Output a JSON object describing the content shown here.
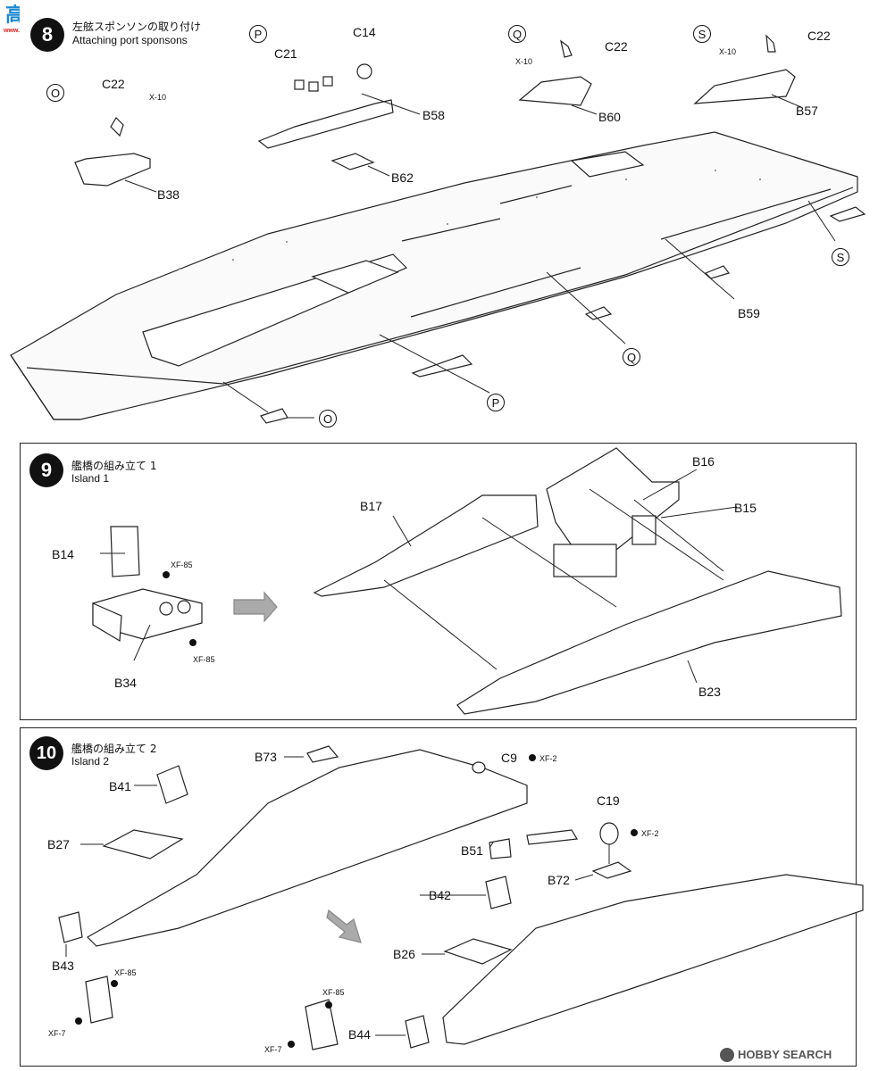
{
  "watermark_top": {
    "line1": "高",
    "line2": "www.hsn.com"
  },
  "watermark_bottom": {
    "brand": "HOBBY SEARCH"
  },
  "step8": {
    "number": "8",
    "title_jp": "左舷スポンソンの取り付け",
    "title_en": "Attaching port sponsons",
    "callouts": {
      "O": "O",
      "P": "P",
      "Q": "Q",
      "S": "S"
    },
    "parts": {
      "C22a": "C22",
      "X10a": "X-10",
      "B38": "B38",
      "C21": "C21",
      "C14": "C14",
      "B58": "B58",
      "B62": "B62",
      "C22b": "C22",
      "X10b": "X-10",
      "B60": "B60",
      "C22c": "C22",
      "X10c": "X-10",
      "B57": "B57",
      "B59": "B59"
    }
  },
  "step9": {
    "number": "9",
    "title_jp": "艦橋の組み立て 1",
    "title_en": "Island 1",
    "parts": {
      "B14": "B14",
      "XF85a": "XF-85",
      "XF85b": "XF-85",
      "B34": "B34",
      "B17": "B17",
      "B16": "B16",
      "B15": "B15",
      "B23": "B23"
    }
  },
  "step10": {
    "number": "10",
    "title_jp": "艦橋の組み立て 2",
    "title_en": "Island 2",
    "parts": {
      "B73": "B73",
      "C9": "C9",
      "XF2a": "XF-2",
      "B41": "B41",
      "B27": "B27",
      "B51": "B51",
      "C19": "C19",
      "XF2b": "XF-2",
      "B72": "B72",
      "B42": "B42",
      "B43": "B43",
      "B26": "B26",
      "XF85c": "XF-85",
      "XF7a": "XF-7",
      "XF85d": "XF-85",
      "XF7b": "XF-7",
      "B44": "B44"
    }
  }
}
